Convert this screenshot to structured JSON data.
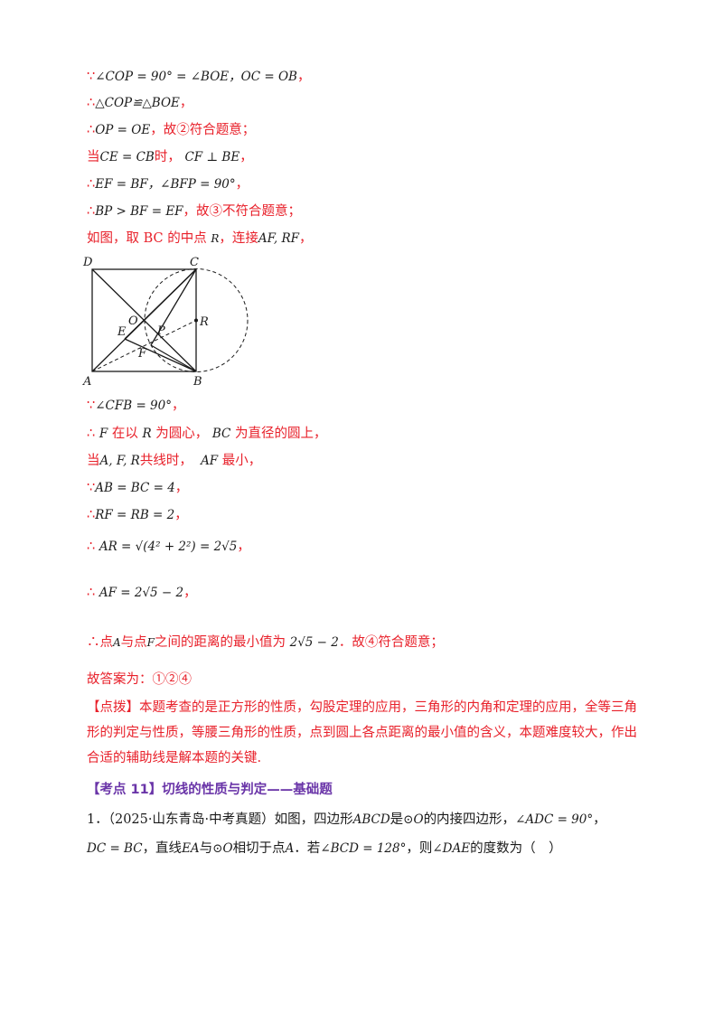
{
  "lines": {
    "l1_because": "∵",
    "l1_math": "∠COP = 90° = ∠BOE，OC = OB",
    "l1_tail": "，",
    "l2_therefore": "∴",
    "l2_math": "△COP≌△BOE",
    "l2_tail": "，",
    "l3_therefore": "∴",
    "l3_math": "OP = OE",
    "l3_tail": "，故②符合题意；",
    "l4_head": "当",
    "l4_math1": "CE = CB",
    "l4_mid": "时，",
    "l4_math2": "CF ⊥ BE",
    "l4_tail": "，",
    "l5_therefore": "∴",
    "l5_math": "EF = BF，∠BFP = 90°",
    "l5_tail": "，",
    "l6_therefore": "∴",
    "l6_math": "BP > BF = EF",
    "l6_tail": "，故③不符合题意；",
    "l7_text1": "如图，取 BC 的中点",
    "l7_math1": "R",
    "l7_text2": "，连接",
    "l7_math2": "AF, RF",
    "l7_tail": "，",
    "l8_because": "∵",
    "l8_math": "∠CFB = 90°",
    "l8_tail": "，",
    "l9_therefore": "∴",
    "l9_math1": "F",
    "l9_text1": "在以",
    "l9_math2": "R",
    "l9_text2": "为圆心，",
    "l9_math3": "BC",
    "l9_text3": "为直径的圆上，",
    "l10_head": "当",
    "l10_math1": "A, F, R",
    "l10_mid": "共线时，",
    "l10_math2": "AF",
    "l10_tail": "最小，",
    "l11_because": "∵",
    "l11_math": "AB = BC = 4",
    "l11_tail": "，",
    "l12_therefore": "∴",
    "l12_math": "RF = RB = 2",
    "l12_tail": "，",
    "l13_therefore": "∴",
    "l13_math_a": "AR = √(4² + 2²) = 2√5",
    "l13_tail": "，",
    "l14_therefore": "∴",
    "l14_math": "AF = 2√5 − 2",
    "l14_tail": "，",
    "l15_text1": "∴点",
    "l15_math1": "A",
    "l15_text2": "与点",
    "l15_math2": "F",
    "l15_text3": "之间的距离的最小值为",
    "l15_math3": "2√5 − 2",
    "l15_text4": "．故④符合题意；",
    "answer": "故答案为：①②④",
    "tip_para": "【点拨】本题考查的是正方形的性质，勾股定理的应用，三角形的内角和定理的应用，全等三角形的判定与性质，等腰三角形的性质，点到圆上各点距离的最小值的含义，本题难度较大，作出合适的辅助线是解本题的关键.",
    "kaodian": "【考点 11】切线的性质与判定——基础题",
    "q1_a": "1．（2025·山东青岛·中考真题）如图，四边形",
    "q1_m1": "ABCD",
    "q1_b": "是",
    "q1_m2": "⊙O",
    "q1_c": "的内接四边形，",
    "q1_m3": "∠ADC = 90°",
    "q1_d": "，",
    "q2_m1": "DC = BC",
    "q2_a": "，直线",
    "q2_m2": "EA",
    "q2_b": "与",
    "q2_m3": "⊙O",
    "q2_c": "相切于点",
    "q2_m4": "A",
    "q2_d": "．若",
    "q2_m5": "∠BCD = 128°",
    "q2_e": "，则",
    "q2_m6": "∠DAE",
    "q2_f": "的度数为（　）"
  },
  "figure_labels": {
    "D": "D",
    "C": "C",
    "A": "A",
    "B": "B",
    "O": "O",
    "E": "E",
    "P": "P",
    "F": "F",
    "R": "R"
  },
  "colors": {
    "solution_red": "#e8202a",
    "heading_purple": "#6a35a8",
    "text": "#1a1a1a"
  }
}
